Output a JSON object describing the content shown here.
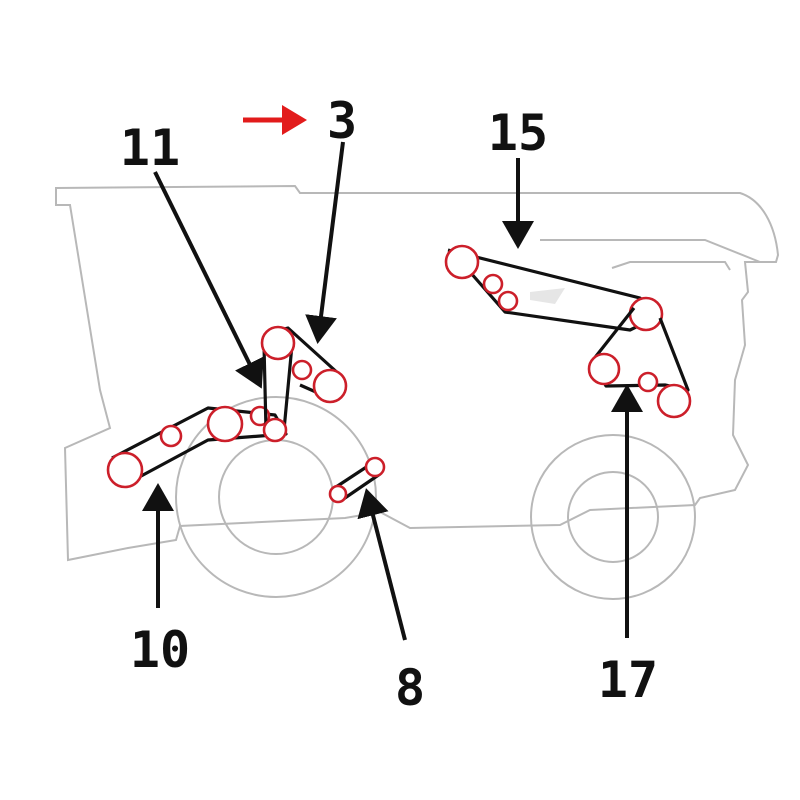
{
  "colors": {
    "outline": "#b8b8b8",
    "belt": "#111111",
    "pulley": "#cc1f2a",
    "highlight_arrow": "#e21b1b"
  },
  "callouts": {
    "c3": "3",
    "c8": "8",
    "c10": "10",
    "c11": "11",
    "c15": "15",
    "c17": "17"
  }
}
